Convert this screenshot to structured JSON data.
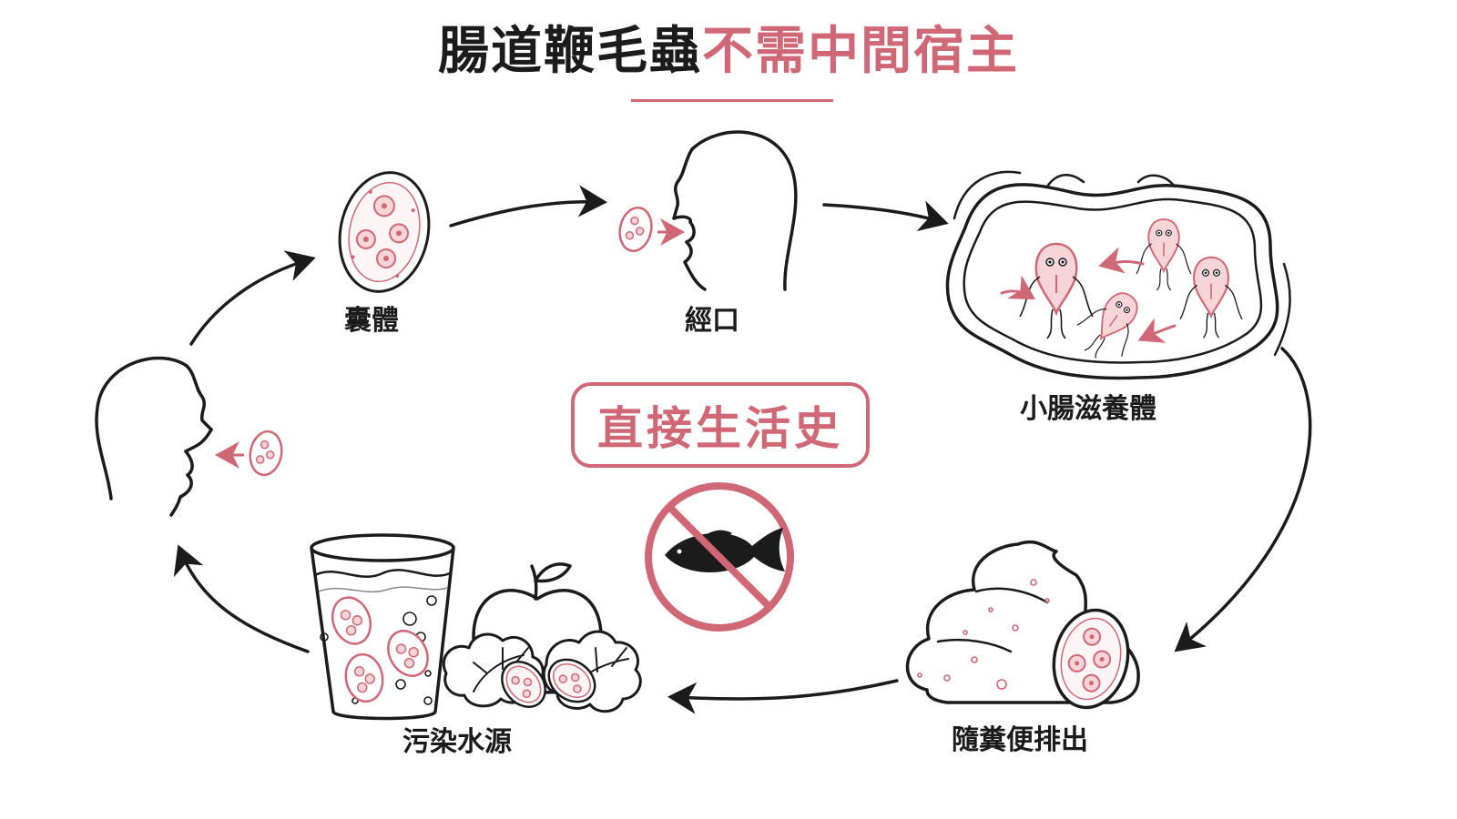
{
  "title": {
    "part1": "腸道鞭毛蟲",
    "part2": "不需中間宿主"
  },
  "stages": {
    "cyst": "囊體",
    "oral": "經口",
    "trophozoite": "小腸滋養體",
    "excretion": "隨糞便排出",
    "contamination": "污染水源"
  },
  "badge": "直接生活史",
  "icons": [
    "cyst-icon",
    "human-head-icon",
    "intestine-icon",
    "trophozoite-icon",
    "feces-icon",
    "water-glass-icon",
    "apple-icon",
    "lettuce-icon",
    "no-fish-icon"
  ],
  "colors": {
    "accent": "#cf6874",
    "ink": "#1b1b1b",
    "cyst_fill": "#f6d4d8"
  }
}
